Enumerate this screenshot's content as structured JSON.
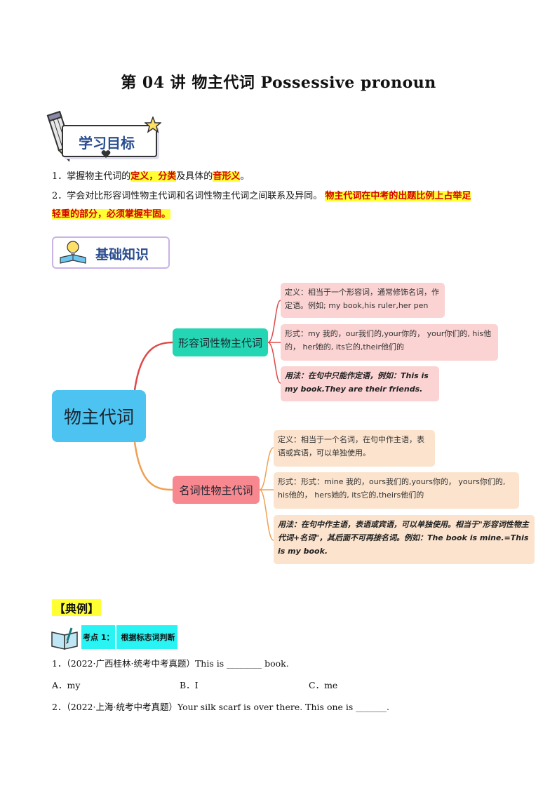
{
  "title": "第 04 讲  物主代词  Possessive pronoun",
  "goal_badge": "学习目标",
  "goals": {
    "g1_pre": "1．掌握物主代词的",
    "g1_h1": "定义，分类",
    "g1_mid": "及具体的",
    "g1_h2": "音形义",
    "g1_end": "。",
    "g2_pre": "2．学会对比形容词性物主代词和名词性物主代词之间联系及异同。 ",
    "g2_h1": "物主代词在中考的出题比例上占举足",
    "g2_h2": "轻重的部分，必须掌握牢固。"
  },
  "base_badge": "基础知识",
  "mindmap": {
    "center": "物主代词",
    "branch1": {
      "label": "形容词性物主代词",
      "def": "定义：相当于一个形容词，通常修饰名词，作定语。例如; my book,his ruler,her pen",
      "form": "形式：my 我的，our我们的,your你的， your你们的, his他的， her她的, its它的,their他们的",
      "usage": "用法：在句中只能作定语，例如：This is my book.They are their friends."
    },
    "branch2": {
      "label": "名词性物主代词",
      "def": "定义：相当于一个名词，在句中作主语，表语或宾语，可以单独使用。",
      "form": "形式：形式：mine 我的，ours我们的,yours你的， yours你们的, his他的， hers她的, its它的,theirs他们的",
      "usage": "用法：在句中作主语，表语或宾语，可以单独使用。相当于\"形容词性物主代词+名词\"，其后面不可再接名词。例如：The book is mine.=This is my book."
    },
    "colors": {
      "center": "#4cc3f0",
      "branch1": "#24d6b3",
      "branch2": "#f8888f",
      "leaf1": "#fbd3d3",
      "leaf2": "#fbe3cd"
    }
  },
  "examples": {
    "header": "【典例】",
    "kaodian_label": "考点 1：",
    "kaodian_text": "根据标志词判断",
    "q1": "1．（2022·广西桂林·统考中考真题）This is ________ book.",
    "q1_a": "A．my",
    "q1_b": "B．I",
    "q1_c": "C．me",
    "q2": "2．（2022·上海·统考中考真题）Your silk scarf is over there. This one is _______."
  }
}
